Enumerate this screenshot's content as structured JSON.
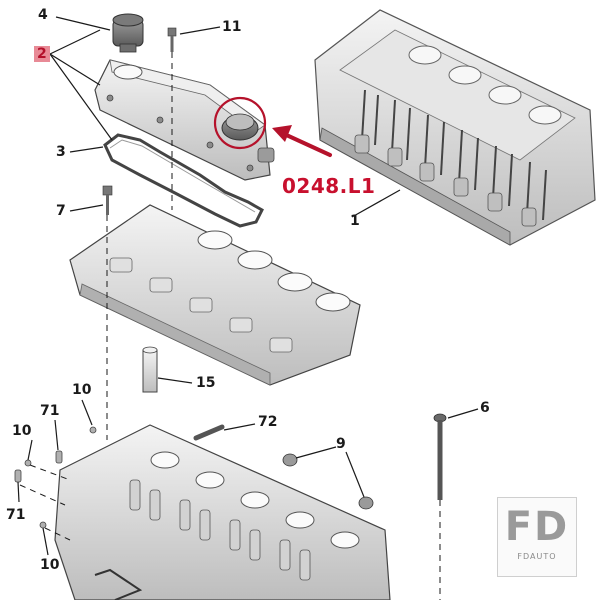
{
  "callouts": {
    "c1": "1",
    "c2": "2",
    "c3": "3",
    "c4": "4",
    "c6": "6",
    "c7": "7",
    "c9": "9",
    "c10a": "10",
    "c10b": "10",
    "c10c": "10",
    "c11": "11",
    "c15": "15",
    "c71a": "71",
    "c71b": "71",
    "c72": "72"
  },
  "reference_code": "0248.L1",
  "watermark": {
    "logo": "FD",
    "text": "FDAUTO"
  },
  "colors": {
    "highlight": "#c8102e",
    "line": "#1a1a1a",
    "part": "#d9d9d9"
  }
}
